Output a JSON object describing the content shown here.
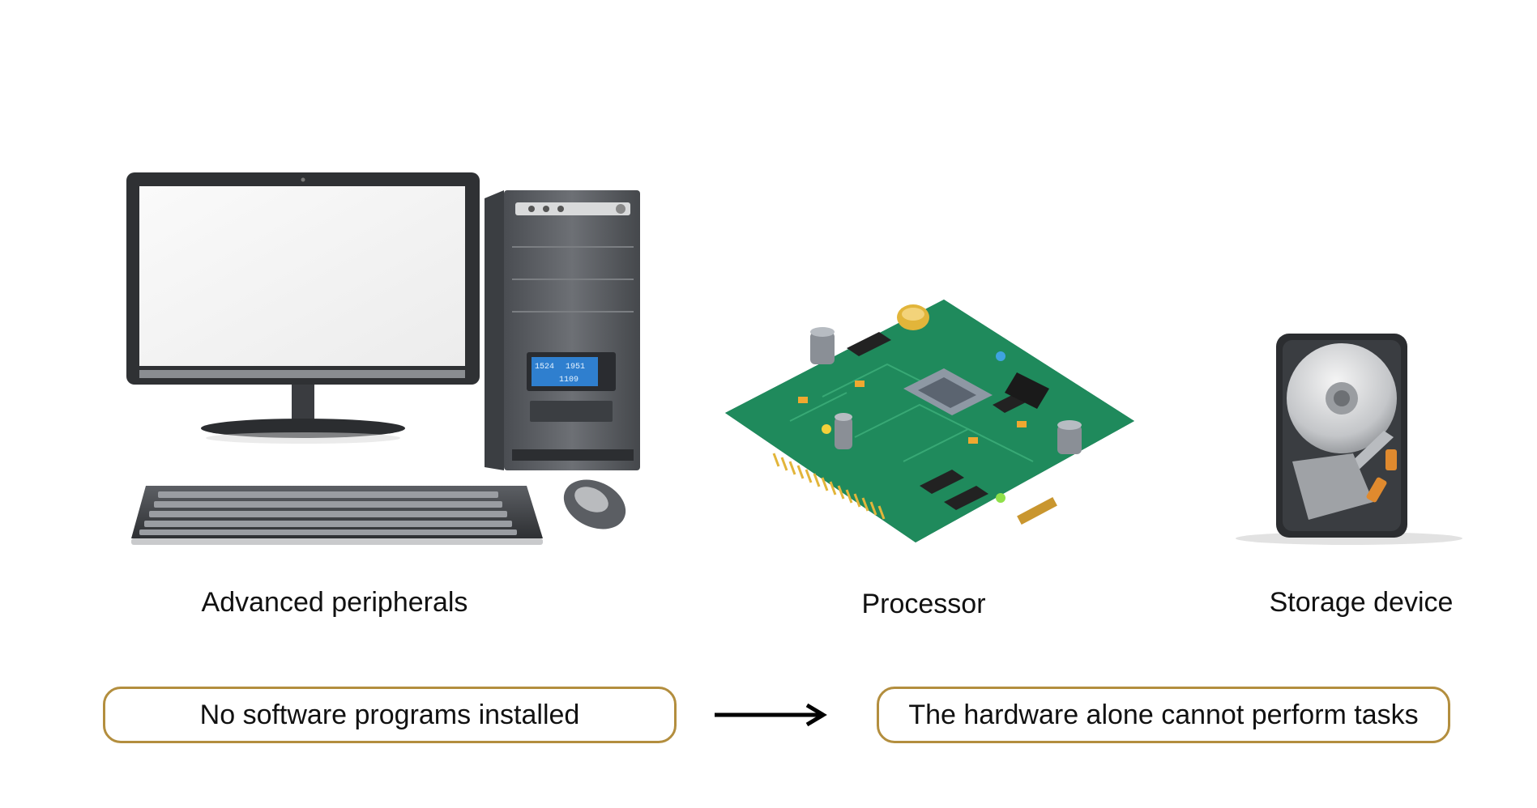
{
  "captions": {
    "peripherals": "Advanced peripherals",
    "processor": "Processor",
    "storage": "Storage device"
  },
  "flow": {
    "cause": "No software programs installed",
    "effect": "The hardware alone cannot perform tasks"
  },
  "tower_display": {
    "line1": "1524",
    "line2": "1951",
    "line3": "1109"
  },
  "colors": {
    "pill_border": "#b38e3e",
    "pcb_green": "#1f8a5c",
    "arrow": "#000000"
  },
  "icons": [
    "desktop-computer-icon",
    "circuit-board-icon",
    "hard-drive-icon",
    "right-arrow-icon"
  ]
}
